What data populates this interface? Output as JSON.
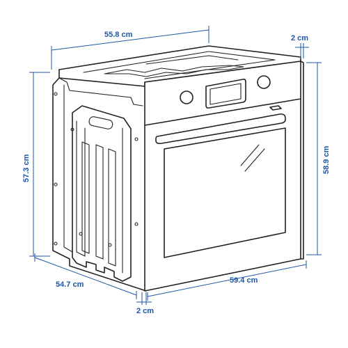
{
  "diagram": {
    "subject": "built-in-oven",
    "colors": {
      "dimension": "#1d56a8",
      "outline": "#222222",
      "background": "#ffffff"
    },
    "dimensions": {
      "top_width": "55.8 cm",
      "top_right_gap": "2 cm",
      "left_height": "57.3 cm",
      "right_height": "58.9 cm",
      "bottom_depth": "54.7 cm",
      "bottom_width": "59.4 cm",
      "bottom_gap": "2 cm"
    }
  }
}
